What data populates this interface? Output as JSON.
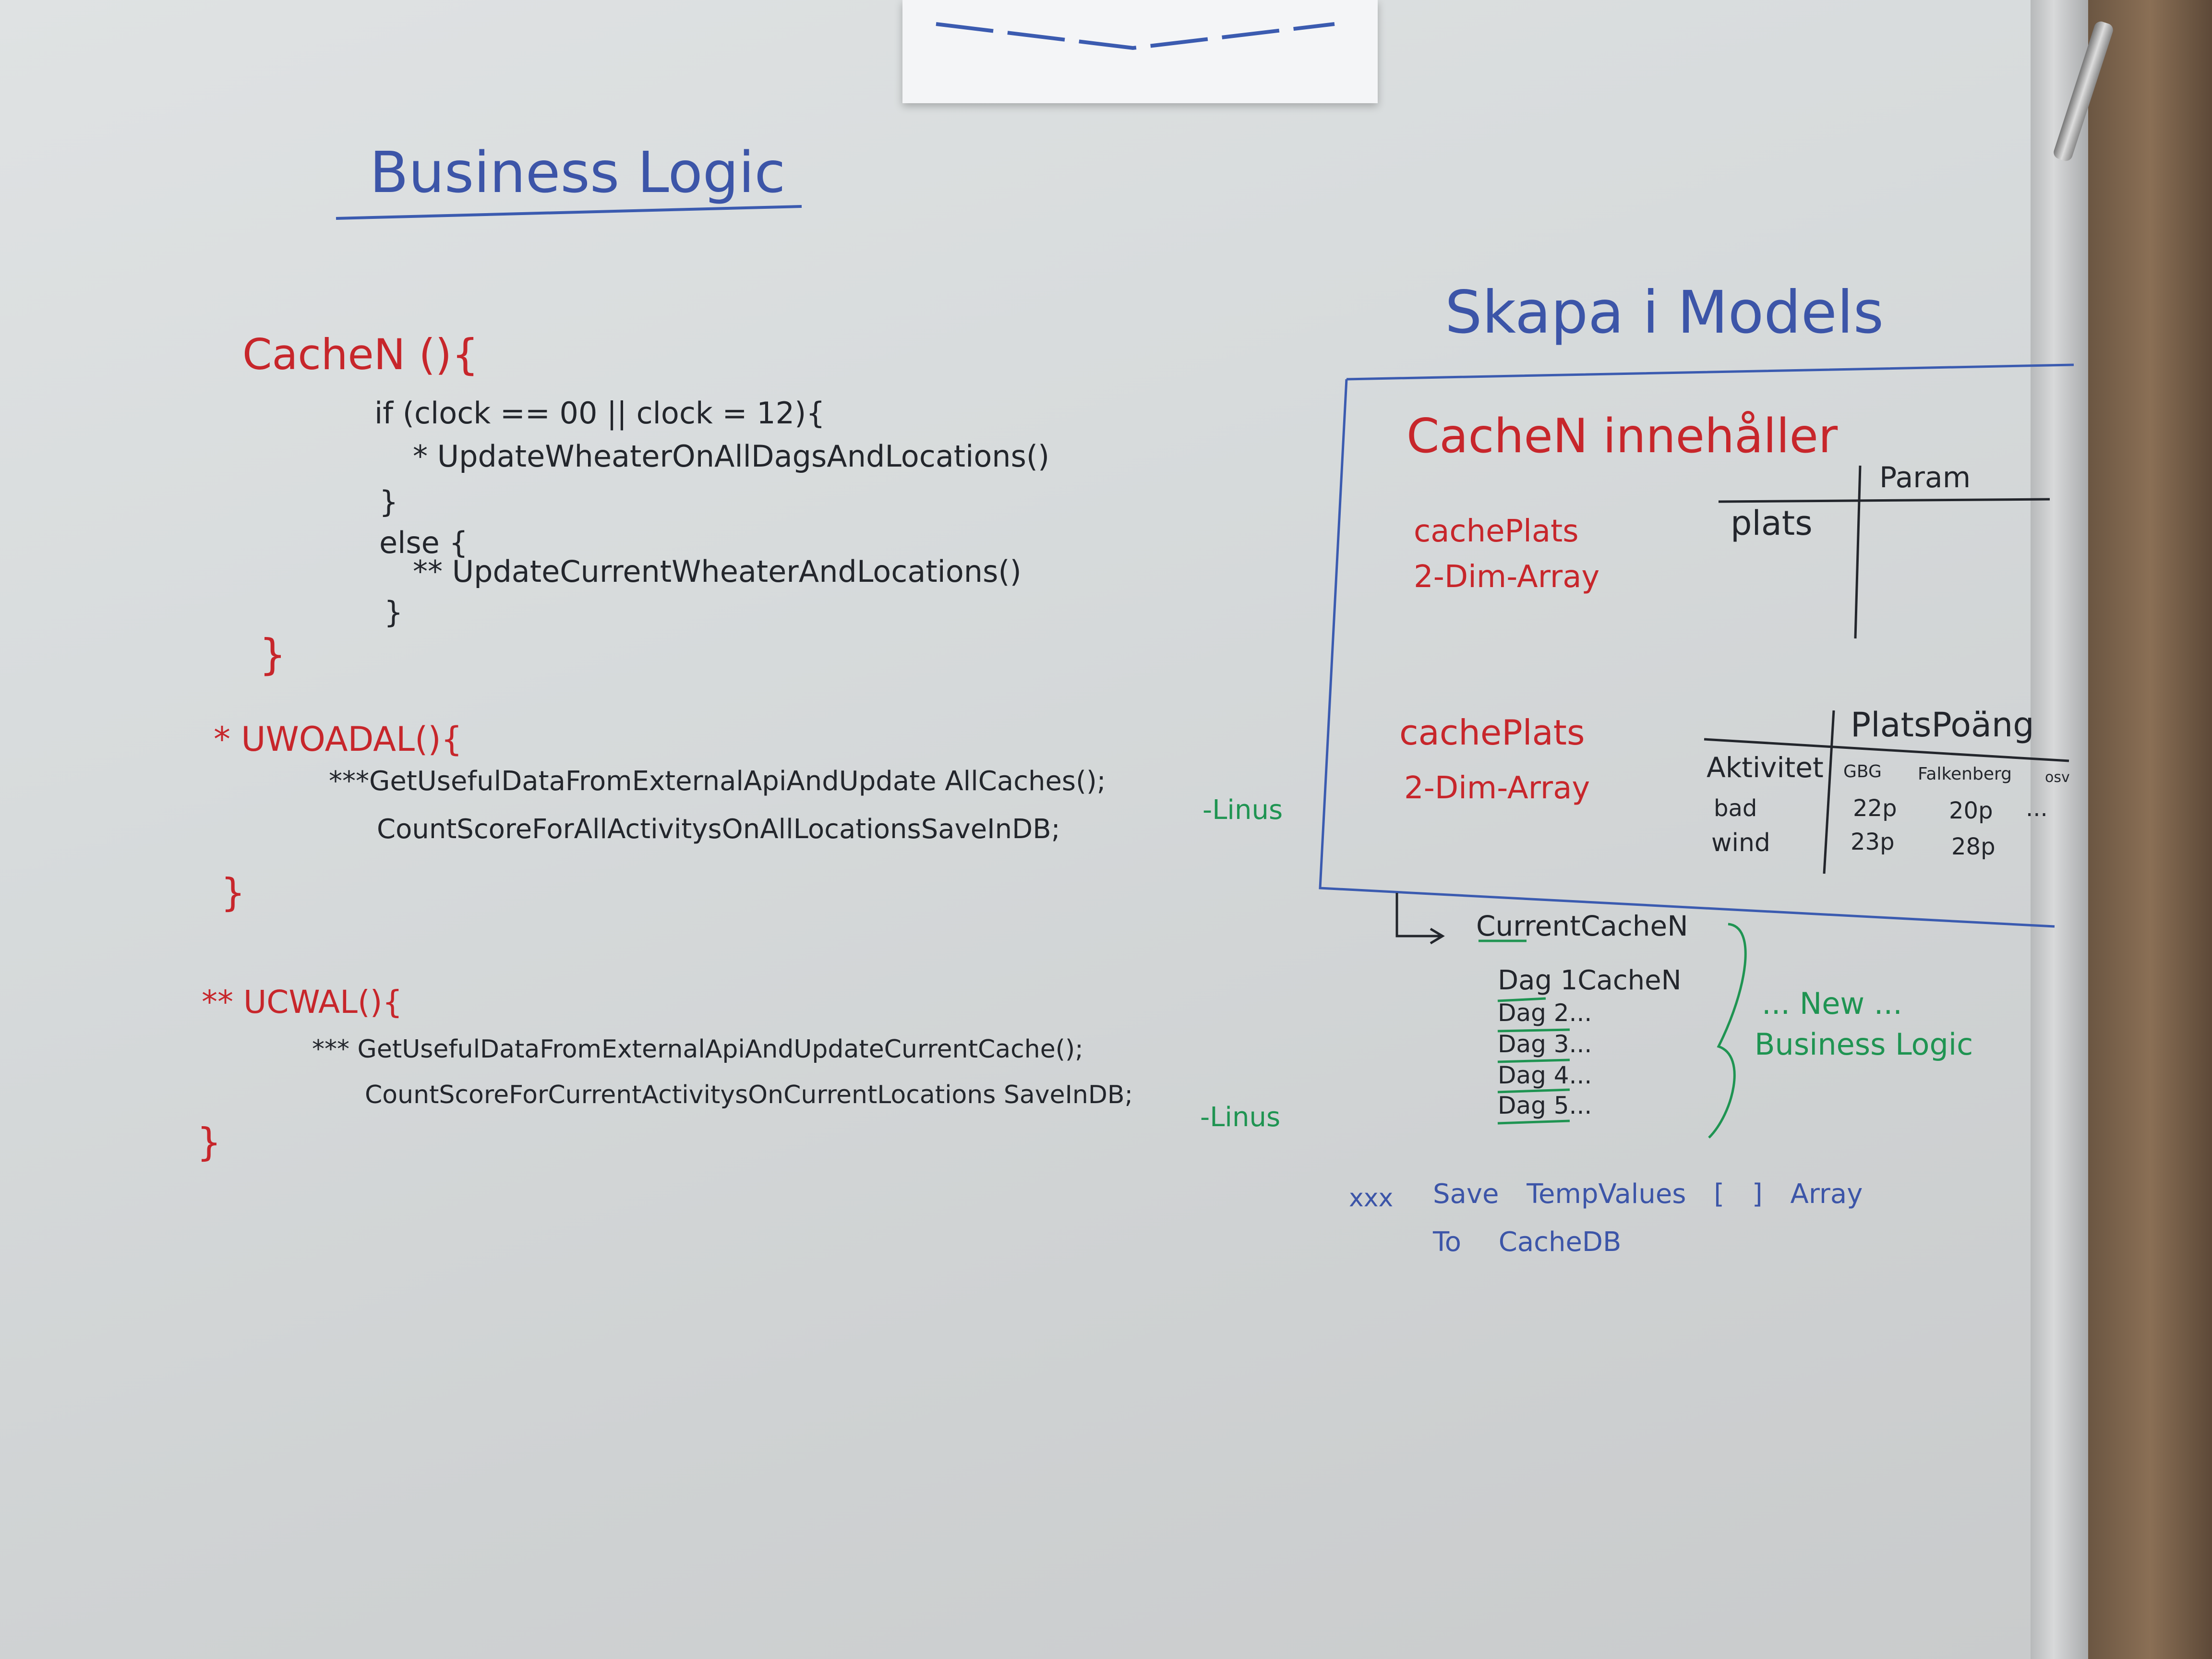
{
  "title": "Business Logic",
  "cachen_block": {
    "header": "CacheN (){",
    "if_line": "if (clock == 00 || clock = 12){",
    "call1": "* UpdateWheaterOnAllDagsAndLocations()",
    "close1": "}",
    "else_line": "else {",
    "call2": "** UpdateCurrentWheaterAndLocations()",
    "close2": "}",
    "close3": "}"
  },
  "uwoadal_block": {
    "header": "* UWOADAL(){",
    "line1": "***GetUsefulDataFromExternalApiAndUpdate AllCaches();",
    "line1_author": "-Linus",
    "line2": "CountScoreForAllActivitysOnAllLocationsSaveInDB;",
    "close": "}"
  },
  "ucwal_block": {
    "header": "** UCWAL(){",
    "line1": "*** GetUsefulDataFromExternalApiAndUpdateCurrentCache();",
    "line1_author": "-Linus",
    "line2": "CountScoreForCurrentActivitysOnCurrentLocations SaveInDB;",
    "close": "}"
  },
  "models": {
    "title": "Skapa i Models",
    "box_title": "CacheN innehåller",
    "entry1": {
      "name": "cachePlats",
      "type": "2-Dim-Array",
      "col_header": "Param",
      "row_header": "plats"
    },
    "entry2": {
      "name": "cachePlats",
      "type": "2-Dim-Array",
      "col_header": "PlatsPoäng",
      "row_header": "Aktivitet",
      "columns": [
        "GBG",
        "Falkenberg",
        "osv"
      ],
      "rows": [
        {
          "label": "bad",
          "values": [
            "22p",
            "20p",
            "..."
          ]
        },
        {
          "label": "wind",
          "values": [
            "23p",
            "28p"
          ]
        }
      ]
    }
  },
  "cache_list": {
    "current": "CurrentCacheN",
    "days": [
      "Dag 1CacheN",
      "Dag 2...",
      "Dag 3...",
      "Dag 4...",
      "Dag 5..."
    ],
    "note_line1": "... New ...",
    "note_line2": "Business Logic"
  },
  "save_note": {
    "marker": "xxx",
    "line1": "Save TempValues [ ] Array",
    "line2": "To CacheDB"
  }
}
